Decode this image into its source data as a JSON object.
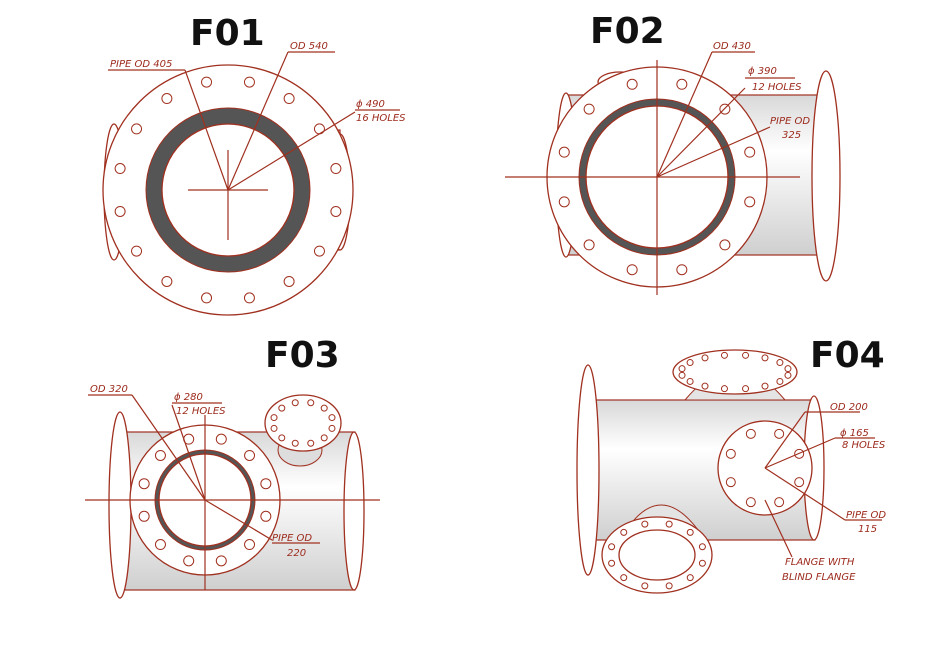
{
  "colors": {
    "line": "#a0301f",
    "title": "#111111",
    "shade": "#555555"
  },
  "panels": [
    {
      "title": "F01",
      "labels": [
        "PIPE OD 405",
        "OD 540",
        "ϕ 490",
        "16 HOLES"
      ],
      "holes": 16
    },
    {
      "title": "F02",
      "labels": [
        "OD 430",
        "ϕ 390",
        "12 HOLES",
        "PIPE OD",
        "325"
      ],
      "holes": 12
    },
    {
      "title": "F03",
      "labels": [
        "OD 320",
        "ϕ 280",
        "12 HOLES",
        "PIPE OD",
        "220"
      ],
      "holes": 12
    },
    {
      "title": "F04",
      "labels": [
        "OD 200",
        "ϕ 165",
        "8 HOLES",
        "PIPE OD",
        "115",
        "FLANGE WITH",
        "BLIND FLANGE"
      ],
      "holes": 8
    }
  ]
}
